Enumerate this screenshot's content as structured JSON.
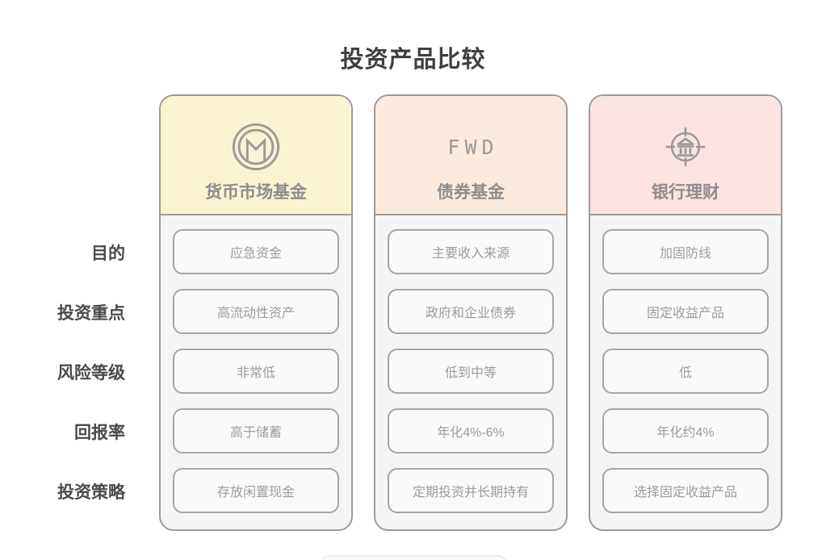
{
  "title": "投资产品比较",
  "row_labels": [
    "目的",
    "投资重点",
    "风险等级",
    "回报率",
    "投资策略"
  ],
  "columns": [
    {
      "title": "货币市场基金",
      "icon": "monero-circle-m-icon",
      "header_bg": "#FAF3D0",
      "cells": [
        "应急资金",
        "高流动性资产",
        "非常低",
        "高于储蓄",
        "存放闲置现金"
      ]
    },
    {
      "title": "债券基金",
      "icon": "fwd-logo-text",
      "icon_text": "FWD",
      "header_bg": "#FAEADD",
      "cells": [
        "主要收入来源",
        "政府和企业债券",
        "低到中等",
        "年化4%-6%",
        "定期投资并长期持有"
      ]
    },
    {
      "title": "银行理财",
      "icon": "bank-target-icon",
      "header_bg": "#FAE3E1",
      "cells": [
        "加固防线",
        "固定收益产品",
        "低",
        "年化约4%",
        "选择固定收益产品"
      ]
    }
  ],
  "colors": {
    "outer_border": "#9b9b9b",
    "cell_border": "#a5a5a5",
    "body_bg": "#f5f5f5",
    "cell_bg": "#fafafa",
    "title_text": "#3f3f3f",
    "row_label_text": "#4a4a4a",
    "column_title_text": "#8d8d8d",
    "cell_text": "#9c9c9c",
    "icon_stroke": "#9a9a9a",
    "header_bg_yellow": "#FAF3D0",
    "header_bg_peach": "#FAEADD",
    "header_bg_pink": "#FAE3E1"
  }
}
